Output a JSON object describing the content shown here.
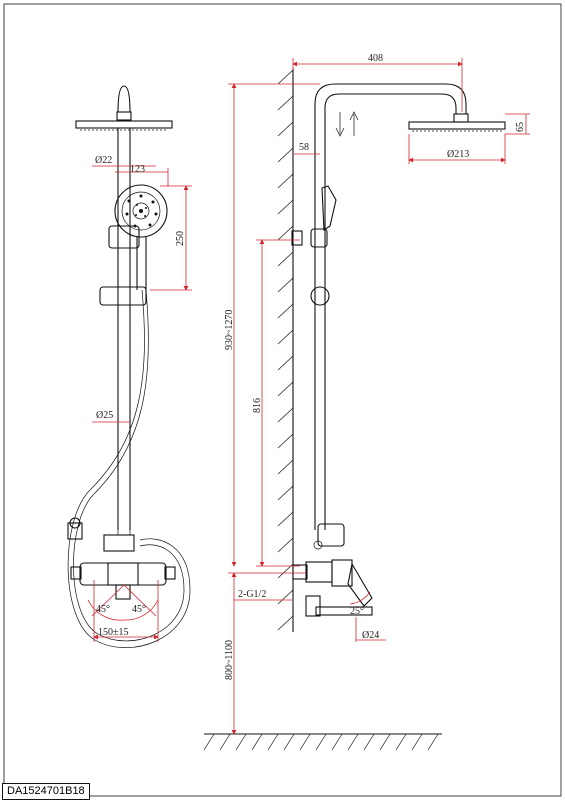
{
  "drawing_code": "DA1524701B18",
  "front_view": {
    "labels": {
      "hose_diameter": "Ø22",
      "hand_shower_width": "123",
      "hand_shower_height": "250",
      "pipe_diameter": "Ø25",
      "left_angle": "45°",
      "right_angle": "45°",
      "mixer_spacing": "150±15"
    }
  },
  "side_view": {
    "labels": {
      "arm_length": "408",
      "head_height": "65",
      "head_diameter": "Ø213",
      "wall_offset": "58",
      "bracket_spacing": "816",
      "height_range": "930~1270",
      "thread": "2-G1/2",
      "spout_angle": "25°",
      "spout_diameter": "Ø24",
      "install_height": "800~1100"
    }
  },
  "colors": {
    "dimension": "#d3272f",
    "outline": "#111111"
  }
}
